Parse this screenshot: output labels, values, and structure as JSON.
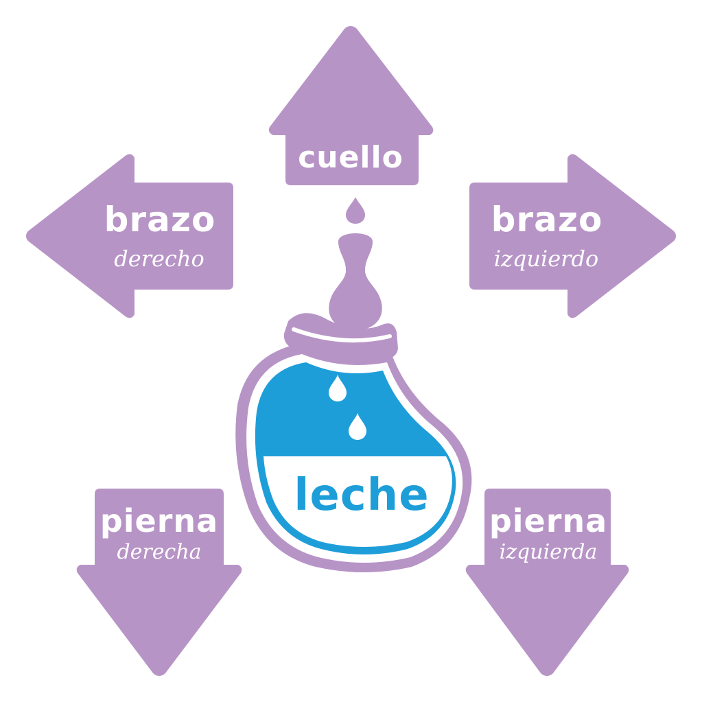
{
  "colors": {
    "arrow": "#b794c6",
    "milk_blue": "#1e9ed9",
    "label_white": "#ffffff"
  },
  "arrows": {
    "up": {
      "line1": "cuello",
      "line2": ""
    },
    "left": {
      "line1": "brazo",
      "line2": "derecho"
    },
    "right": {
      "line1": "brazo",
      "line2": "izquierdo"
    },
    "down_left": {
      "line1": "pierna",
      "line2": "derecha"
    },
    "down_right": {
      "line1": "pierna",
      "line2": "izquierda"
    }
  },
  "bottle": {
    "label": "leche"
  }
}
